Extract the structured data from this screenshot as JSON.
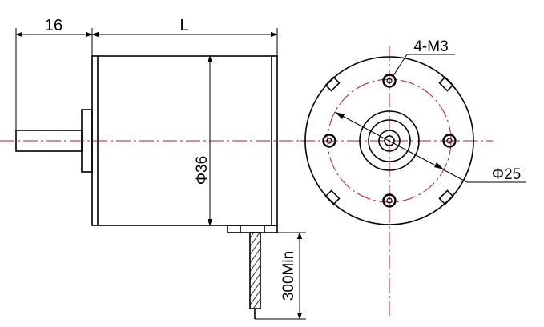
{
  "dimensions": {
    "shaft_length": "16",
    "body_length": "L",
    "body_diameter": "Φ36",
    "lead_length": "300Min",
    "holes": "4-M3",
    "pcd": "Φ25"
  },
  "colors": {
    "line": "#000000",
    "centerline": "#d0101a"
  }
}
